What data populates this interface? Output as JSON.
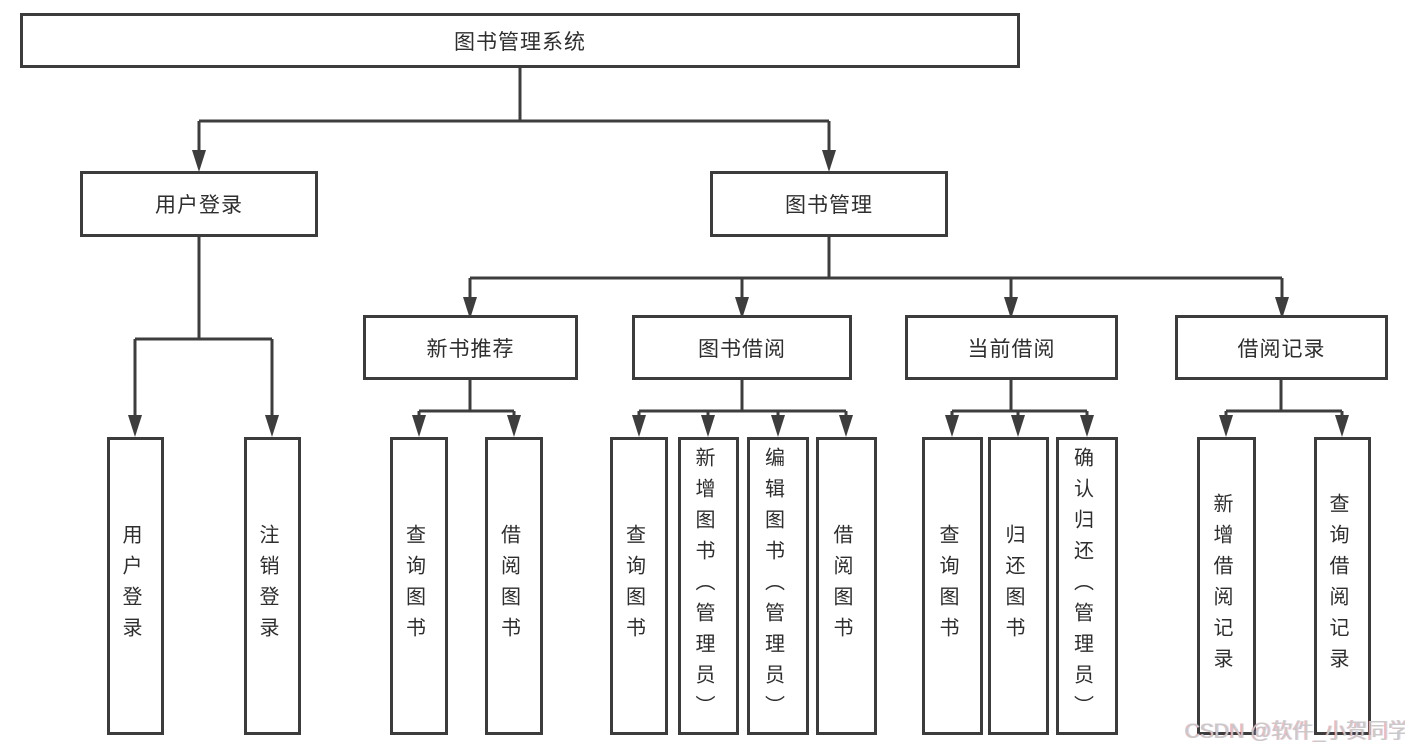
{
  "diagram": {
    "type": "hierarchy-tree",
    "colors": {
      "line": "#3d3d3d",
      "box_border": "#3c3c3c",
      "text": "#2e2e2e",
      "background": "#ffffff",
      "watermark_text": "#c9c9c9"
    },
    "nodes": {
      "root": "图书管理系统",
      "user_login": "用户登录",
      "book_mgmt": "图书管理",
      "new_book_rec": "新书推荐",
      "book_borrow": "图书借阅",
      "current_borrow": "当前借阅",
      "borrow_record": "借阅记录"
    },
    "leaves": [
      {
        "parent": "用户登录",
        "label": "用户登录"
      },
      {
        "parent": "用户登录",
        "label": "注销登录"
      },
      {
        "parent": "新书推荐",
        "label": "查询图书"
      },
      {
        "parent": "新书推荐",
        "label": "借阅图书"
      },
      {
        "parent": "图书借阅",
        "label": "查询图书"
      },
      {
        "parent": "图书借阅",
        "label": "新增图书（管理员）"
      },
      {
        "parent": "图书借阅",
        "label": "编辑图书（管理员）"
      },
      {
        "parent": "图书借阅",
        "label": "借阅图书"
      },
      {
        "parent": "当前借阅",
        "label": "查询图书"
      },
      {
        "parent": "当前借阅",
        "label": "归还图书"
      },
      {
        "parent": "当前借阅",
        "label": "确认归还（管理员）"
      },
      {
        "parent": "借阅记录",
        "label": "新增借阅记录"
      },
      {
        "parent": "借阅记录",
        "label": "查询借阅记录"
      }
    ]
  },
  "watermark": {
    "text": "CSDN @软件_小贺同学"
  }
}
